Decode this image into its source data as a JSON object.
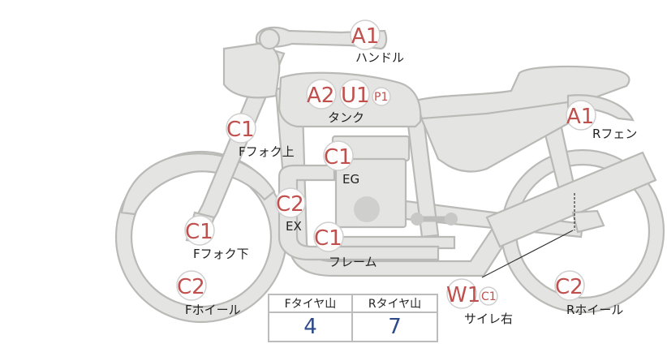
{
  "parts": [
    {
      "id": "handle",
      "codes": [
        {
          "text": "A1"
        }
      ],
      "label": "ハンドル"
    },
    {
      "id": "tank",
      "codes": [
        {
          "text": "A2"
        },
        {
          "text": "U1"
        },
        {
          "text": "P1"
        }
      ],
      "label": "タンク"
    },
    {
      "id": "rear-fender",
      "codes": [
        {
          "text": "A1"
        }
      ],
      "label": "Rフェン"
    },
    {
      "id": "front-fork-upper",
      "codes": [
        {
          "text": "C1"
        }
      ],
      "label": "Fフォク上"
    },
    {
      "id": "engine",
      "codes": [
        {
          "text": "C1"
        }
      ],
      "label": "EG"
    },
    {
      "id": "exhaust",
      "codes": [
        {
          "text": "C2"
        }
      ],
      "label": "EX"
    },
    {
      "id": "front-fork-lower",
      "codes": [
        {
          "text": "C1"
        }
      ],
      "label": "Fフォク下"
    },
    {
      "id": "frame",
      "codes": [
        {
          "text": "C1"
        }
      ],
      "label": "フレーム"
    },
    {
      "id": "front-wheel",
      "codes": [
        {
          "text": "C2"
        }
      ],
      "label": "Fホイール"
    },
    {
      "id": "muffler-right",
      "codes": [
        {
          "text": "W1"
        },
        {
          "text": "C1"
        }
      ],
      "label": "サイレ右"
    },
    {
      "id": "rear-wheel",
      "codes": [
        {
          "text": "C2"
        }
      ],
      "label": "Rホイール"
    }
  ],
  "tire_table": {
    "headers": [
      "Fタイヤ山",
      "Rタイヤ山"
    ],
    "values": [
      "4",
      "7"
    ]
  }
}
